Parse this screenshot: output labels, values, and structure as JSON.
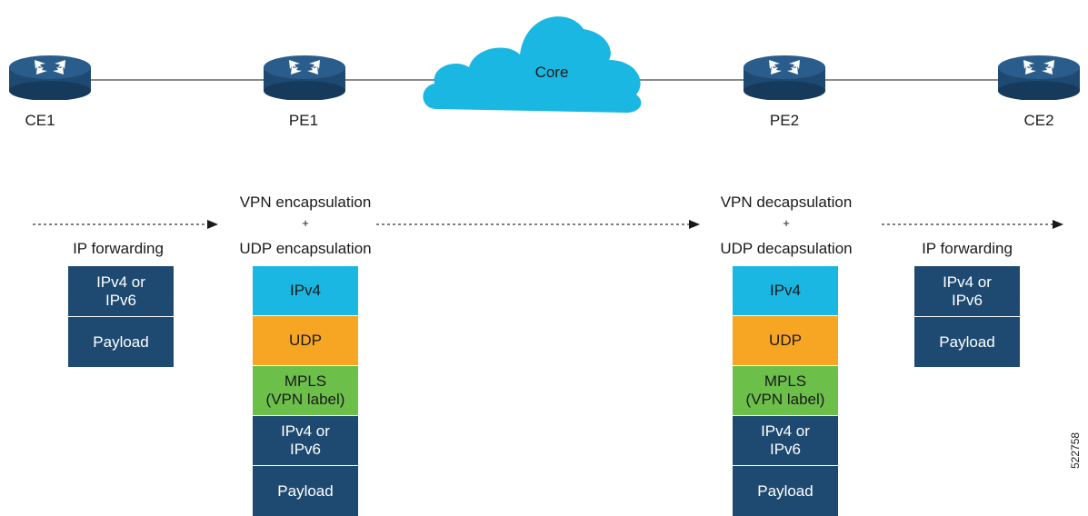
{
  "colors": {
    "router": "#1e4a72",
    "cloud": "#1ab7e3",
    "ip_block": "#1e4a72",
    "ipv4_block": "#1ab7e3",
    "udp_block": "#f7a623",
    "mpls_block": "#6cc04a",
    "line": "#8a8a8a"
  },
  "topology": {
    "cloud_label": "Core",
    "nodes": [
      {
        "name": "CE1",
        "icon": "router-icon"
      },
      {
        "name": "PE1",
        "icon": "router-icon"
      },
      {
        "name": "PE2",
        "icon": "router-icon"
      },
      {
        "name": "CE2",
        "icon": "router-icon"
      }
    ]
  },
  "steps": {
    "left_forwarding": "IP forwarding",
    "encap_line1": "VPN encapsulation",
    "encap_plus": "+",
    "encap_line2": "UDP encapsulation",
    "decap_line1": "VPN decapsulation",
    "decap_plus": "+",
    "decap_line2": "UDP decapsulation",
    "right_forwarding": "IP forwarding"
  },
  "packets": {
    "ce1": [
      {
        "line1": "IPv4 or",
        "line2": "IPv6"
      },
      {
        "line1": "Payload"
      }
    ],
    "pe1": [
      {
        "line1": "IPv4"
      },
      {
        "line1": "UDP"
      },
      {
        "line1": "MPLS",
        "line2": "(VPN label)"
      },
      {
        "line1": "IPv4 or",
        "line2": "IPv6"
      },
      {
        "line1": "Payload"
      }
    ],
    "pe2": [
      {
        "line1": "IPv4"
      },
      {
        "line1": "UDP"
      },
      {
        "line1": "MPLS",
        "line2": "(VPN label)"
      },
      {
        "line1": "IPv4 or",
        "line2": "IPv6"
      },
      {
        "line1": "Payload"
      }
    ],
    "ce2": [
      {
        "line1": "IPv4 or",
        "line2": "IPv6"
      },
      {
        "line1": "Payload"
      }
    ]
  },
  "figure_id": "522758"
}
